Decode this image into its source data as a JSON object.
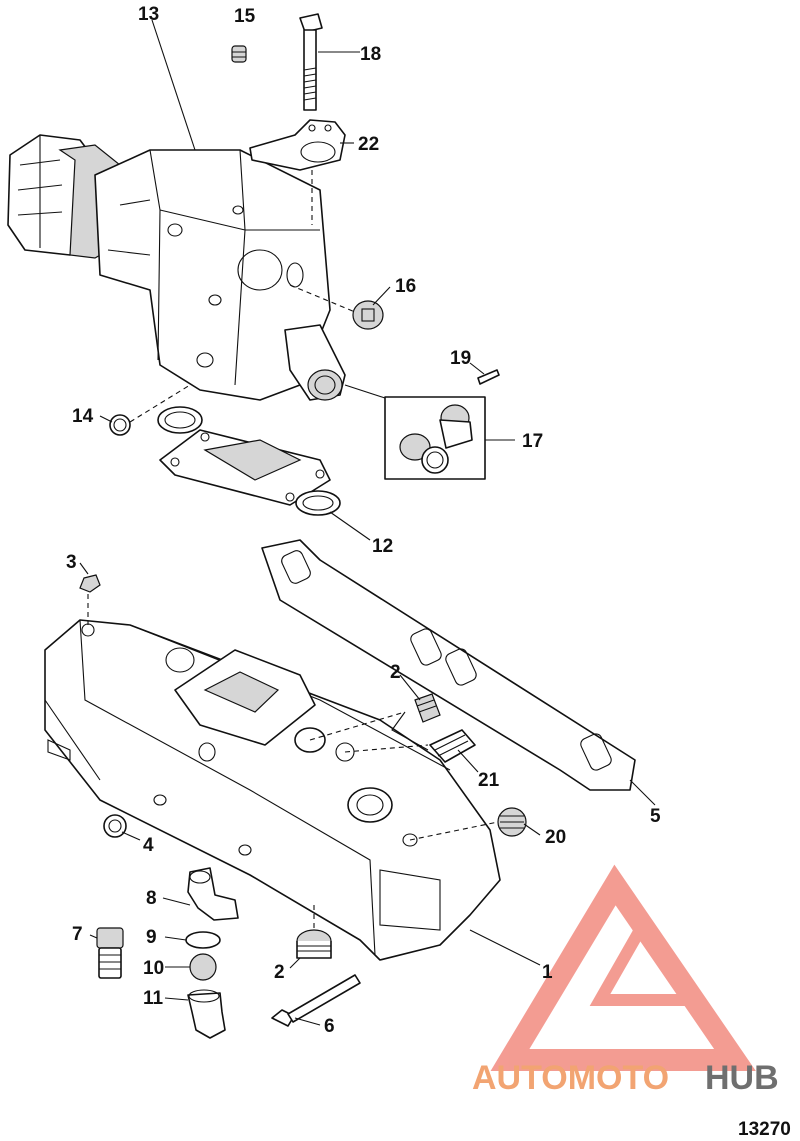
{
  "diagram": {
    "reference_number": "13270",
    "callouts": {
      "c1": "1",
      "c2a": "2",
      "c2b": "2",
      "c3": "3",
      "c4": "4",
      "c5": "5",
      "c6": "6",
      "c7": "7",
      "c8": "8",
      "c9": "9",
      "c10": "10",
      "c11": "11",
      "c12": "12",
      "c13": "13",
      "c14": "14",
      "c15": "15",
      "c16": "16",
      "c17": "17",
      "c18": "18",
      "c19": "19",
      "c20": "20",
      "c21": "21",
      "c22": "22"
    }
  },
  "watermark": {
    "brand_part1": "AUTOMOTO",
    "brand_part2": "HUB",
    "accent_color": "#f28b80",
    "accent_color_light": "#f2a472",
    "secondary_color": "#6f6f6f"
  }
}
